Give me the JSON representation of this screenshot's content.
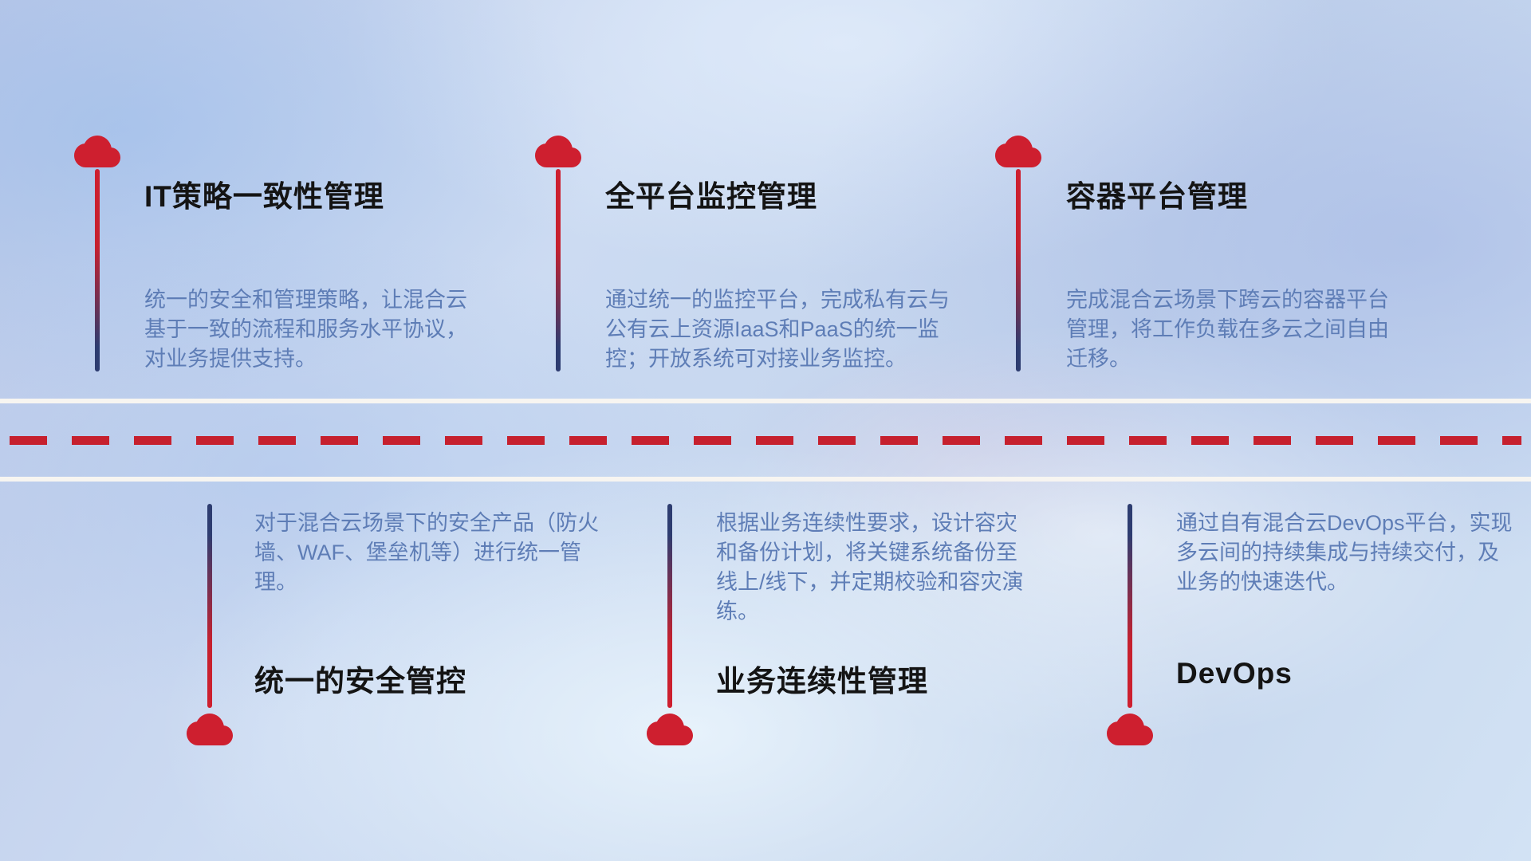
{
  "top_items": [
    {
      "title": "IT策略一致性管理",
      "description": "统一的安全和管理策略，让混合云基于一致的流程和服务水平协议，对业务提供支持。"
    },
    {
      "title": "全平台监控管理",
      "description": "通过统一的监控平台，完成私有云与公有云上资源IaaS和PaaS的统一监控；开放系统可对接业务监控。"
    },
    {
      "title": "容器平台管理",
      "description": "完成混合云场景下跨云的容器平台管理，将工作负载在多云之间自由迁移。"
    }
  ],
  "bottom_items": [
    {
      "title": "统一的安全管控",
      "description": "对于混合云场景下的安全产品（防火墙、WAF、堡垒机等）进行统一管理。"
    },
    {
      "title": "业务连续性管理",
      "description": "根据业务连续性要求，设计容灾和备份计划，将关键系统备份至线上/线下，并定期校验和容灾演练。"
    },
    {
      "title": "DevOps",
      "description": "通过自有混合云DevOps平台，实现多云间的持续集成与持续交付，及业务的快速迭代。"
    }
  ],
  "colors": {
    "cloud_red": "#ce1f2f",
    "dash_red": "#c6202e",
    "line_navy": "#2d3c70",
    "title_dark": "#141414",
    "desc_blue": "#5e7db6",
    "divider_white": "#f7f5f1"
  }
}
